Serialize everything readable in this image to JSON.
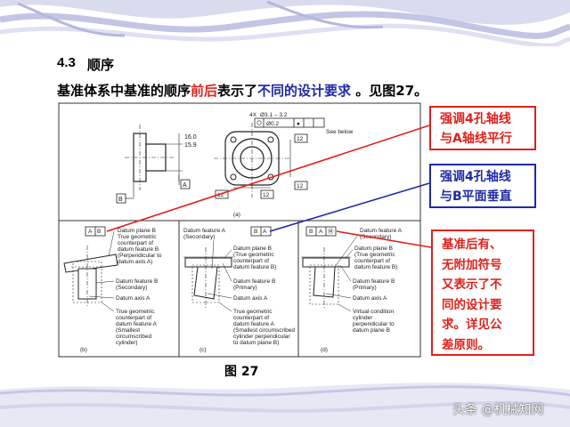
{
  "heading": {
    "number": "4.3",
    "title": "顺序"
  },
  "intro": {
    "part1": "基准体系中基准的顺序",
    "part2": "前后",
    "part3": "表示了",
    "part4": "不同的设计要求",
    "part5": " 。见图27。"
  },
  "callouts": {
    "red_top": [
      "强调4孔轴线",
      "与A轴线平行"
    ],
    "blue": [
      "强调4孔轴线",
      "与B平面垂直"
    ],
    "red_bottom": [
      "基准后有、",
      "无附加符号",
      "又表示了不",
      "同的设计要",
      "求。详见公",
      "差原则。"
    ]
  },
  "caption": "图 27",
  "watermark": "头条 @机械知网",
  "figure": {
    "dims": {
      "d1": "16.0",
      "d2": "15.9",
      "n12a": "12",
      "n12b": "12",
      "n12c": "12",
      "n12d": "12"
    },
    "fcf": {
      "count": "4X",
      "dia": "Ø3.1 – 3.2",
      "tol": "Ø0.2",
      "see": "See below"
    },
    "datum_a": "A",
    "datum_b": "B",
    "panel_a_label": "(a)",
    "panels": [
      {
        "id": "(b)",
        "frame": [
          "A",
          "B"
        ],
        "labels": [
          "Datum plane B",
          "True geometric",
          "counterpart of",
          "datum feature B",
          "(Perpendicular to",
          "datum axis A)"
        ],
        "labels2": [
          "Datum feature B",
          "(Secondary)"
        ],
        "labels3": [
          "Datum axis A"
        ],
        "labels4": [
          "True geometric",
          "counterpart of",
          "datum feature A",
          "(Smallest",
          "circumscribed",
          "cylinder)"
        ]
      },
      {
        "id": "(c)",
        "frame": [
          "B",
          "A"
        ],
        "labels0": [
          "Datum feature A",
          "(Secondary)"
        ],
        "labels": [
          "Datum plane B",
          "(True geometric",
          "counterpart of",
          "datum feature B)"
        ],
        "labels2": [
          "Datum feature B",
          "(Primary)"
        ],
        "labels3": [
          "Datum axis A"
        ],
        "labels4": [
          "True geometric",
          "counterpart of",
          "datum feature A",
          "(Smallest circumscribed",
          "cylinder perpendicular",
          "to datum plane B)"
        ]
      },
      {
        "id": "(d)",
        "frame": [
          "B",
          "A",
          "Ⓜ"
        ],
        "labels0": [
          "Datum feature A",
          "(Secondary)"
        ],
        "labels": [
          "Datum plane B",
          "(True geometric",
          "counterpart of",
          "datum feature B)"
        ],
        "labels2": [
          "Datum feature B",
          "(Primary)"
        ],
        "labels3": [
          "Datum axis A"
        ],
        "labels4": [
          "Virtual condition",
          "cylinder",
          "perpendicular to",
          "datum plane B"
        ]
      }
    ]
  },
  "colors": {
    "accent_red": "#e0211b",
    "accent_blue": "#1f2aa8",
    "wave": "#c9cbe6"
  }
}
